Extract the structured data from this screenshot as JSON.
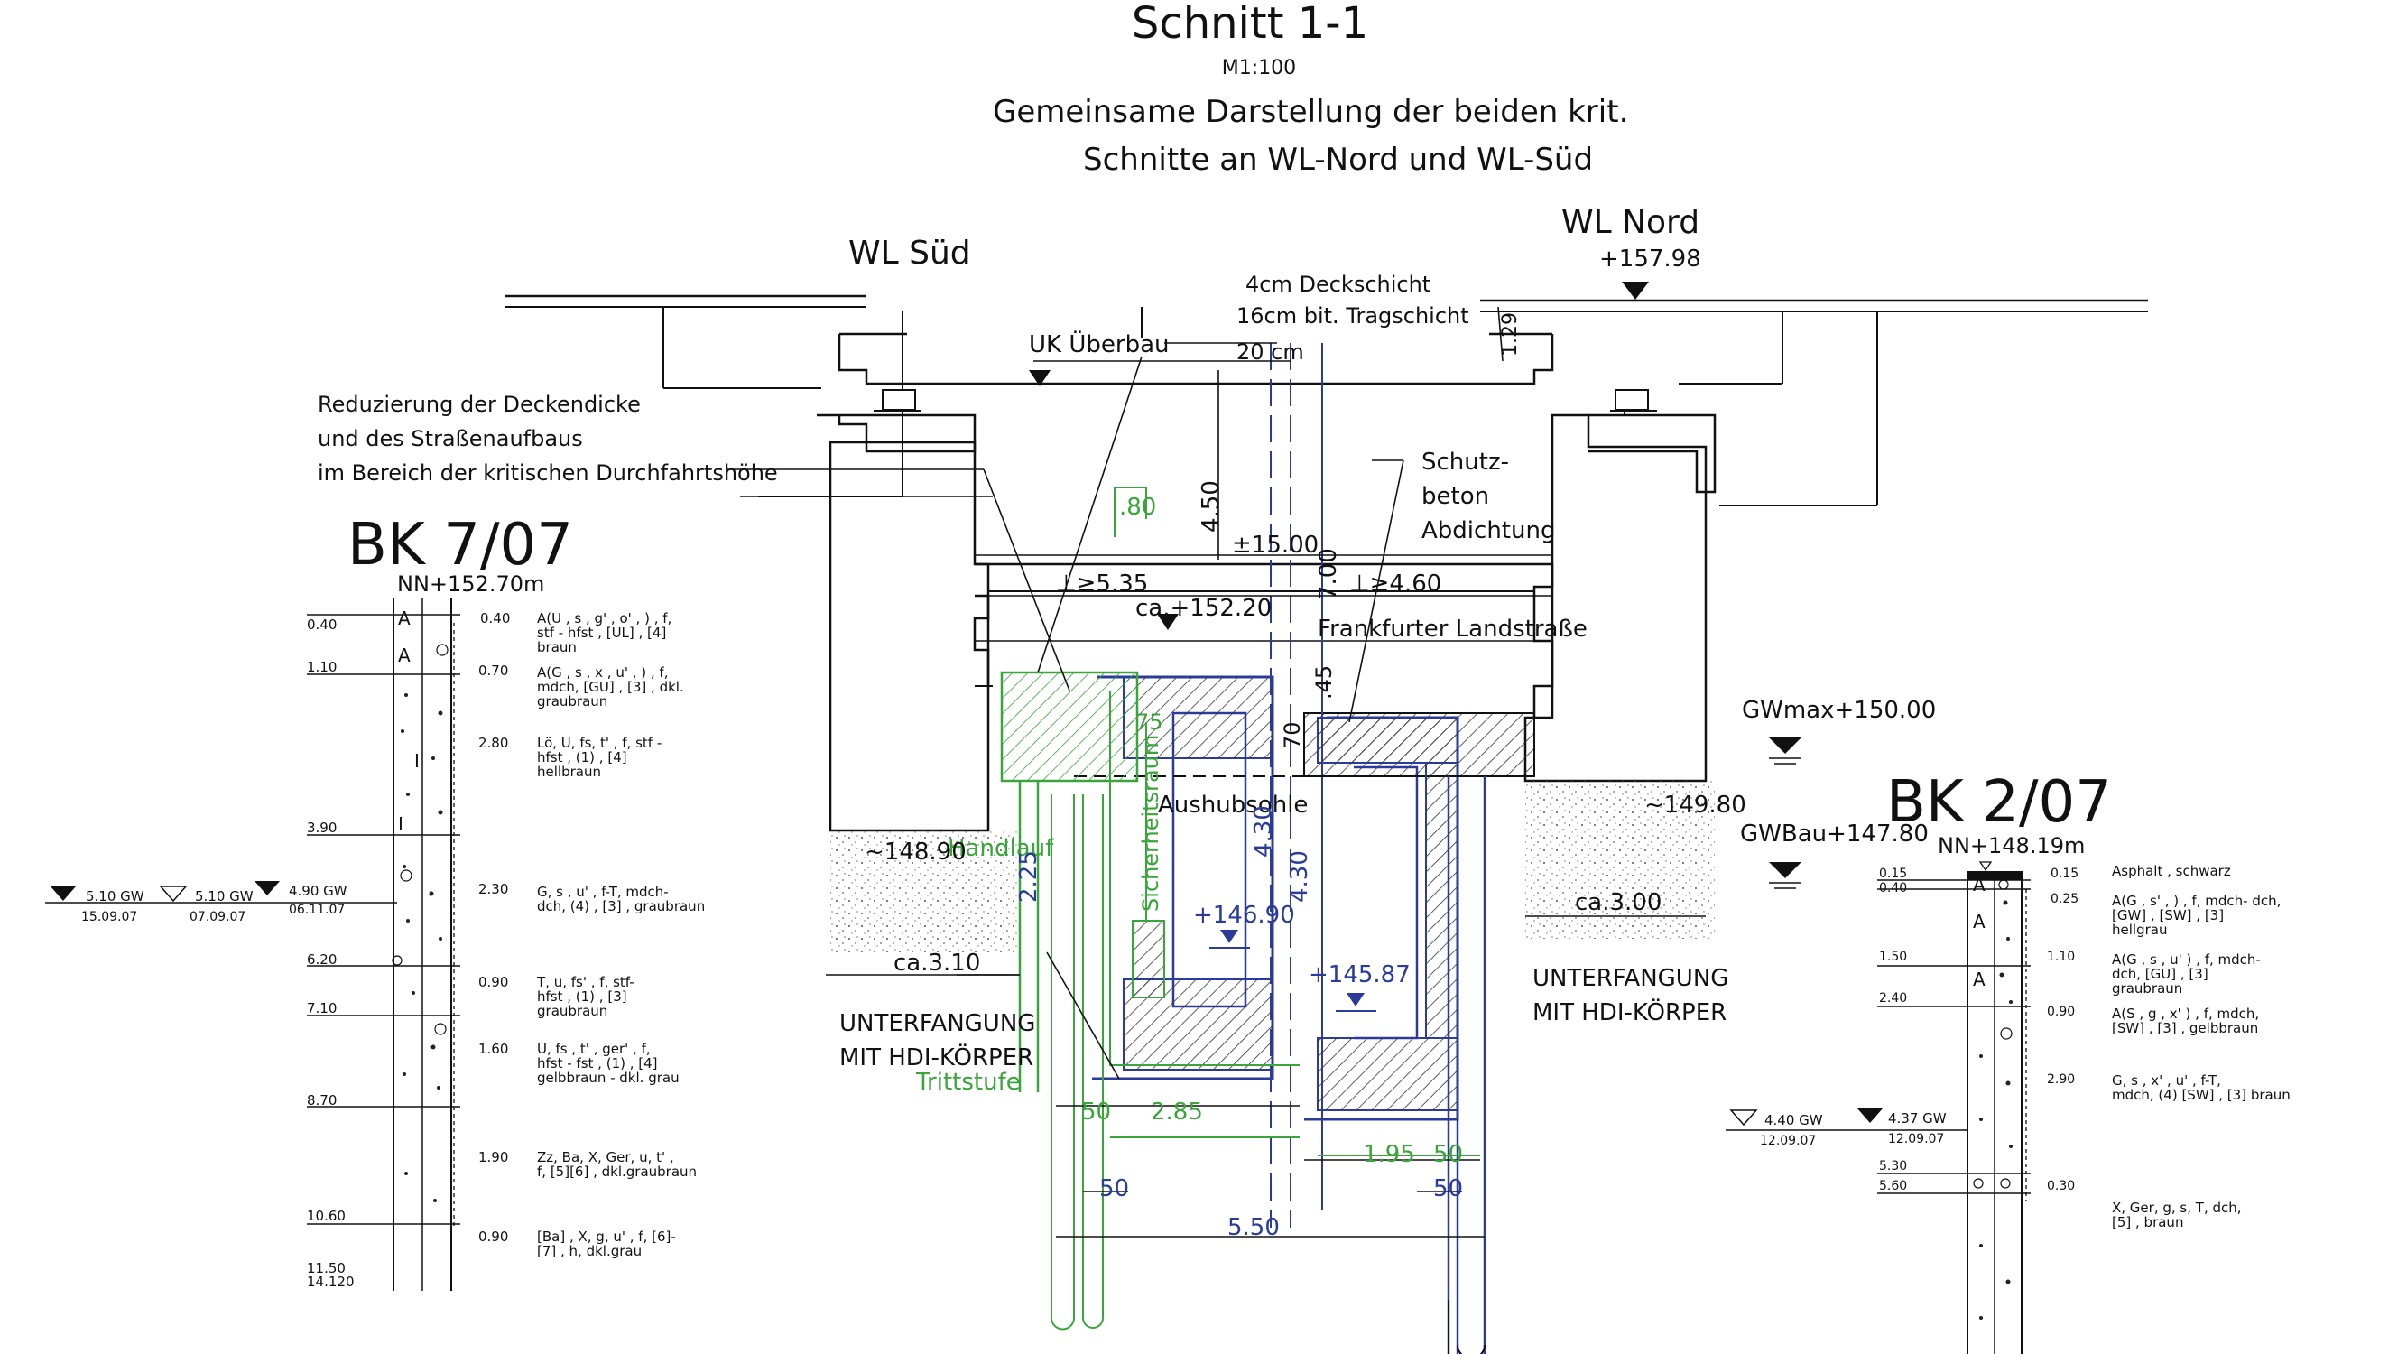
{
  "header": {
    "title": "Schnitt 1-1",
    "scale": "M1:100",
    "subtitle_line1": "Gemeinsame Darstellung der beiden krit.",
    "subtitle_line2": "Schnitte an WL-Nord und WL-Süd"
  },
  "labels": {
    "wl_sued": "WL Süd",
    "wl_nord": "WL Nord",
    "wl_nord_level": "+157.98",
    "dim_129": "1.29",
    "deck1": "4cm Deckschicht",
    "deck2": "16cm bit. Tragschicht",
    "deck3": "20 cm",
    "uk_ueberbau": "UK Überbau",
    "reduz1": "Reduzierung der Deckendicke",
    "reduz2": "und des Straßenaufbaus",
    "reduz3": "im Bereich der kritischen Durchfahrtshöhe",
    "schutz1": "Schutz-",
    "schutz2": "beton",
    "schutz3": "Abdichtung",
    "d80": ".80",
    "d450": "4.50",
    "d1500": "±15.00",
    "d700": "7.00",
    "d535": "⊥≥5.35",
    "d460": "⊥≥4.60",
    "ca15220": "ca.+152.20",
    "frankfurter": "Frankfurter Landstraße",
    "d45": ".45",
    "d75": "75",
    "d70": "70",
    "sicherheitsraum": "Sicherheitsraum",
    "aushubsohle": "Aushubsohle",
    "d430a": "4.30",
    "d430b": "4.30",
    "handlauf": "Handlauf",
    "d225": "2.25",
    "l14690": "+146.90",
    "l14587": "+145.87",
    "l14890": "~148.90",
    "l14980": "~149.80",
    "ca310": "ca.3.10",
    "ca300": "ca.3.00",
    "unterf1a": "UNTERFANGUNG",
    "unterf1b": "MIT HDI-KÖRPER",
    "unterf2a": "UNTERFANGUNG",
    "unterf2b": "MIT HDI-KÖRPER",
    "trittstufe": "Trittstufe",
    "d50a": "50",
    "d285": "2.85",
    "d195": "1.95",
    "d50b": "50",
    "d50c": "50",
    "d50d": "50",
    "d550": "5.50",
    "gwmax": "GWmax+150.00",
    "gwbau": "GWBau+147.80"
  },
  "bk7": {
    "title": "BK 7/07",
    "nn": "NN+152.70m",
    "depths": [
      "0.40",
      "1.10",
      "3.90",
      "6.20",
      "7.10",
      "8.70",
      "10.60",
      "11.50",
      "14.120"
    ],
    "right_depths": [
      "0.40",
      "0.70",
      "2.80",
      "2.30",
      "0.90",
      "1.60",
      "1.90",
      "0.90"
    ],
    "descriptions": [
      [
        "A(U , s , g' , o' , ) , f,",
        "stf - hfst , [UL] , [4]",
        "braun"
      ],
      [
        "A(G , s , x , u' , ) , f,",
        "mdch, [GU] , [3] , dkl.",
        "graubraun"
      ],
      [
        "Lö, U, fs, t' , f, stf -",
        "hfst , (1) , [4]",
        "hellbraun"
      ],
      [
        "G, s , u' , f-T, mdch-",
        "dch, (4) , [3] , graubraun"
      ],
      [
        "T, u, fs' , f, stf-",
        "hfst , (1) , [3]",
        "graubraun"
      ],
      [
        "U, fs , t' , ger' , f,",
        "hfst - fst , (1) , [4]",
        "gelbbraun - dkl. grau"
      ],
      [
        "Zz, Ba, X, Ger, u, t' ,",
        "f, [5][6] , dkl.graubraun"
      ],
      [
        "[Ba] , X, g, u' , f, [6]-",
        "[7] , h, dkl.grau"
      ]
    ],
    "gw": [
      {
        "level": "5.10 GW",
        "date": "15.09.07"
      },
      {
        "level": "5.10 GW",
        "date": "07.09.07"
      },
      {
        "level": "4.90 GW",
        "date": "06.11.07"
      }
    ],
    "col_letters": [
      "A",
      "A",
      "I",
      "I"
    ]
  },
  "bk2": {
    "title": "BK 2/07",
    "nn": "NN+148.19m",
    "depths": [
      "0.15",
      "0.40",
      "1.50",
      "2.40",
      "5.30",
      "5.60"
    ],
    "right_depths": [
      "0.15",
      "0.25",
      "1.10",
      "0.90",
      "2.90",
      "0.30"
    ],
    "descriptions": [
      [
        "Asphalt , schwarz"
      ],
      [
        "A(G , s' , ) , f, mdch- dch,",
        "[GW] , [SW] , [3]",
        "hellgrau"
      ],
      [
        "A(G , s , u' ) , f, mdch-",
        "dch, [GU] , [3]",
        "graubraun"
      ],
      [
        "A(S , g , x' ) , f, mdch,",
        "[SW] , [3] , gelbbraun"
      ],
      [
        "G, s , x' , u' , f-T,",
        "mdch, (4) [SW] , [3] braun"
      ],
      [
        "X, Ger, g, s, T, dch,",
        "[5] , braun"
      ]
    ],
    "gw": [
      {
        "level": "4.40 GW",
        "date": "12.09.07"
      },
      {
        "level": "4.37 GW",
        "date": "12.09.07"
      }
    ],
    "col_letters": [
      "A",
      "A",
      "A"
    ]
  },
  "colors": {
    "ink": "#111111",
    "new_structure": "#2a3b9a",
    "temporary": "#3aa53a"
  }
}
